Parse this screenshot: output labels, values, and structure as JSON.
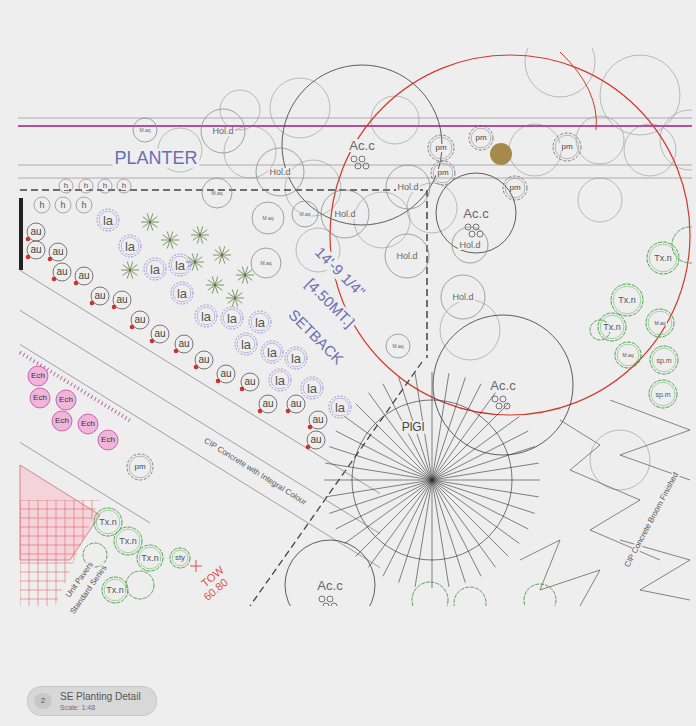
{
  "diagram": {
    "nodes": [
      {
        "text": [
          "M.aq"
        ]
      },
      {
        "text": [
          "Hol.d"
        ]
      },
      {
        "text": [
          "Ac.c"
        ]
      },
      {
        "text": [
          "pm"
        ]
      },
      {
        "text": [
          "pm"
        ]
      },
      {
        "text": [
          "pm"
        ]
      },
      {
        "text": [
          "pm"
        ]
      },
      {
        "text": [
          "pm"
        ]
      },
      {
        "text": [
          "h"
        ]
      },
      {
        "text": [
          "h"
        ]
      },
      {
        "text": [
          "h"
        ]
      },
      {
        "text": [
          "h"
        ]
      },
      {
        "text": [
          "Hol.d"
        ]
      },
      {
        "text": [
          "Hol.d"
        ]
      },
      {
        "text": [
          "M.aq"
        ]
      },
      {
        "text": [
          "h"
        ]
      },
      {
        "text": [
          "h"
        ]
      },
      {
        "text": [
          "h"
        ]
      },
      {
        "text": [
          "la"
        ]
      },
      {
        "text": [
          "Hol.d"
        ]
      },
      {
        "text": [
          "M.aq"
        ]
      },
      {
        "text": [
          "M.aq"
        ]
      },
      {
        "text": [
          "Ac.c"
        ]
      },
      {
        "text": [
          "au"
        ]
      },
      {
        "text": [
          "Hol.d"
        ]
      },
      {
        "text": [
          "la"
        ]
      },
      {
        "text": [
          "au"
        ]
      },
      {
        "text": [
          "au"
        ]
      },
      {
        "text": [
          "Tx.n"
        ]
      },
      {
        "text": [
          "Hol.d"
        ]
      },
      {
        "text": [
          "M.aq"
        ]
      },
      {
        "text": [
          "la"
        ]
      },
      {
        "text": [
          "la"
        ]
      },
      {
        "text": [
          "au"
        ]
      },
      {
        "text": [
          "au"
        ]
      },
      {
        "text": [
          "la"
        ]
      },
      {
        "text": [
          "Hol.d"
        ]
      },
      {
        "text": [
          "au"
        ]
      },
      {
        "text": [
          "Tx.n"
        ]
      },
      {
        "text": [
          "au"
        ]
      },
      {
        "text": [
          "la"
        ]
      },
      {
        "text": [
          "la"
        ]
      },
      {
        "text": [
          "au"
        ]
      },
      {
        "text": [
          "M.aq"
        ]
      },
      {
        "text": [
          "la"
        ]
      },
      {
        "text": [
          "Tx.n"
        ]
      },
      {
        "text": [
          "au"
        ]
      },
      {
        "text": [
          "la"
        ]
      },
      {
        "text": [
          "au"
        ]
      },
      {
        "text": [
          "M.aq"
        ]
      },
      {
        "text": [
          "la"
        ]
      },
      {
        "text": [
          "la"
        ]
      },
      {
        "text": [
          "M.aq"
        ]
      },
      {
        "text": [
          "au"
        ]
      },
      {
        "text": [
          "sp.m"
        ]
      },
      {
        "text": [
          "la"
        ]
      },
      {
        "text": [
          "au"
        ]
      },
      {
        "text": [
          "Ech"
        ]
      },
      {
        "text": [
          "au"
        ]
      },
      {
        "text": [
          "Ac.c"
        ]
      },
      {
        "text": [
          "la"
        ]
      },
      {
        "text": [
          "sp.m"
        ]
      },
      {
        "text": [
          "au"
        ]
      },
      {
        "text": [
          "Ech"
        ]
      },
      {
        "text": [
          "Ech"
        ]
      },
      {
        "text": [
          "au"
        ]
      },
      {
        "text": [
          "la"
        ]
      },
      {
        "text": [
          "Ech"
        ]
      },
      {
        "text": [
          "au"
        ]
      },
      {
        "text": [
          "Ech"
        ]
      },
      {
        "text": [
          "Ech"
        ]
      },
      {
        "text": [
          "au"
        ]
      },
      {
        "text": [
          "pm"
        ]
      },
      {
        "text": [
          "Tx.n"
        ]
      },
      {
        "text": [
          "Tx.n"
        ]
      },
      {
        "text": [
          "Tx.n"
        ]
      },
      {
        "text": [
          "sty"
        ]
      },
      {
        "text": [
          "Ac.c"
        ]
      },
      {
        "text": [
          "Tx.n"
        ]
      },
      {
        "text": [
          "2",
          "SE Planting Detail",
          "Scale: 1:48"
        ]
      }
    ],
    "labels": [
      "PLANTER",
      "14'-9 1/4\"",
      "[4.50MT.]",
      "SETBACK",
      "PlGl",
      "CIP Concrete with Integral Colour",
      "CIP Concrete Broom Finished",
      "Unit Pavers",
      "Standard Series",
      "TOW",
      "60.80"
    ]
  }
}
